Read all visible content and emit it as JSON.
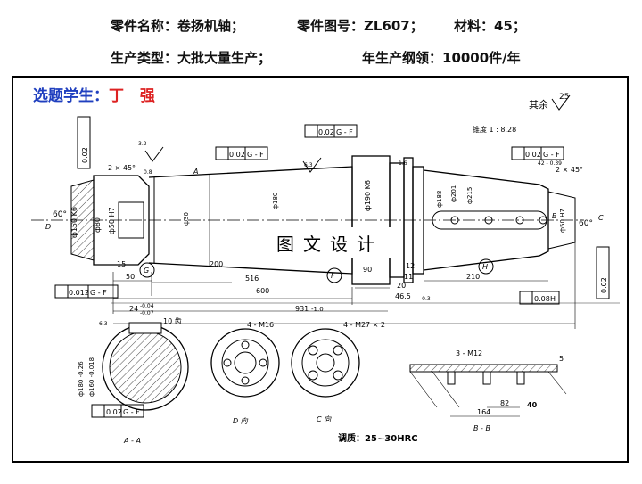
{
  "header": {
    "part_name": "零件名称：卷扬机轴；",
    "part_no": "零件图号：ZL607；",
    "material": "材料：45；",
    "production_type": "生产类型：大批大量生产；",
    "annual_output": "年生产纲领：10000件/年"
  },
  "student": {
    "label": "选题学生：",
    "name": "丁 强"
  },
  "stamp": "图文设计",
  "drawing": {
    "rest_label": "其余",
    "rest_value": "25",
    "taper": "锥度 1 : 8.28",
    "tol_gf": "0.02",
    "tol_gf_bottom": "0.012",
    "tol_h": "0.08",
    "datum_g": "G",
    "datum_f": "F",
    "datum_h": "H",
    "datum_g_f": "G - F",
    "chamfer_left": "2 × 45°",
    "chamfer_right": "2 × 45°",
    "angle_left": "60°",
    "angle_right": "60°",
    "letter_a": "A",
    "letter_b": "B",
    "letter_c": "C",
    "letter_d": "D",
    "dims": {
      "d15": "15",
      "d50": "50",
      "d200": "200",
      "d516": "516",
      "d600": "600",
      "d931": "931",
      "d931_tol": "-1.0",
      "d90": "90",
      "d20": "20",
      "d11": "11",
      "d12": "12",
      "d46": "46.5",
      "d46_tol": "-0.3",
      "d210": "210",
      "d42": "42 - 0.39",
      "r16": "1.6",
      "r08": "0.8",
      "r32": "3.2",
      "r63": "6.3",
      "dia150": "ф150 K6",
      "dia80": "ф80",
      "dia50": "ф50 H7",
      "dia30": "ф30",
      "dia180": "ф180",
      "dia190": "ф190 K6",
      "dia188": "ф188",
      "dia201": "ф201",
      "dia215": "ф215",
      "dia180b": "ф180",
      "dia160": "ф160",
      "dia50b": "ф50 H7"
    },
    "section_aa": {
      "key": "24",
      "key_tol_top": "-0.04",
      "key_tol_bot": "-0.07",
      "depth": "10 齿",
      "roughness": "6.3",
      "dia180": "ф180 -0.26",
      "dia160": "ф160 -0.018",
      "label": "A - A"
    },
    "view_d": {
      "thread": "4 - M16",
      "label": "D 向"
    },
    "view_c": {
      "thread": "4 - M27 × 2",
      "label": "C 向"
    },
    "section_bb": {
      "thread": "3 - M12",
      "d164": "164",
      "d82": "82",
      "d40": "40",
      "d5": "5",
      "label": "B - B"
    },
    "hardness": "调质：25~30HRC"
  }
}
